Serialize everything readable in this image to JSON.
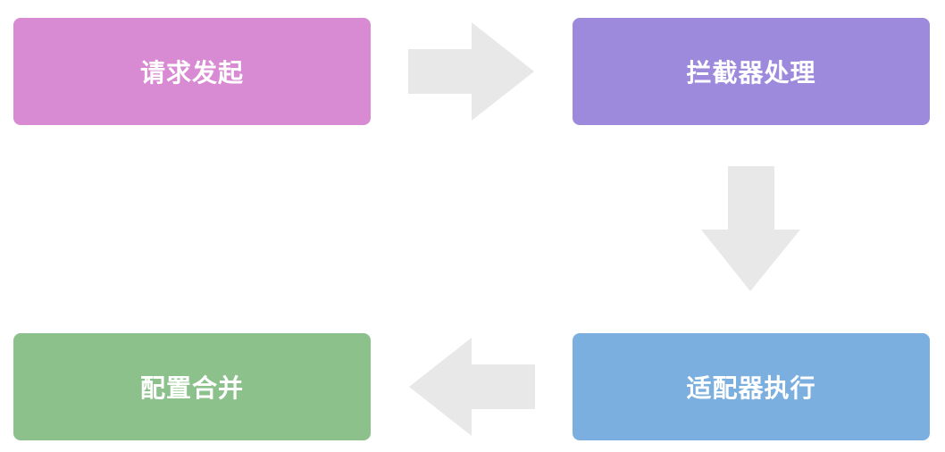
{
  "nodes": [
    {
      "id": "request",
      "label": "请求发起",
      "color": "#D88AD2"
    },
    {
      "id": "interceptor",
      "label": "拦截器处理",
      "color": "#9D8ADC"
    },
    {
      "id": "adapter",
      "label": "适配器执行",
      "color": "#7BAFDF"
    },
    {
      "id": "config",
      "label": "配置合并",
      "color": "#8CC18B"
    }
  ],
  "arrow_color": "#E8E8E8"
}
